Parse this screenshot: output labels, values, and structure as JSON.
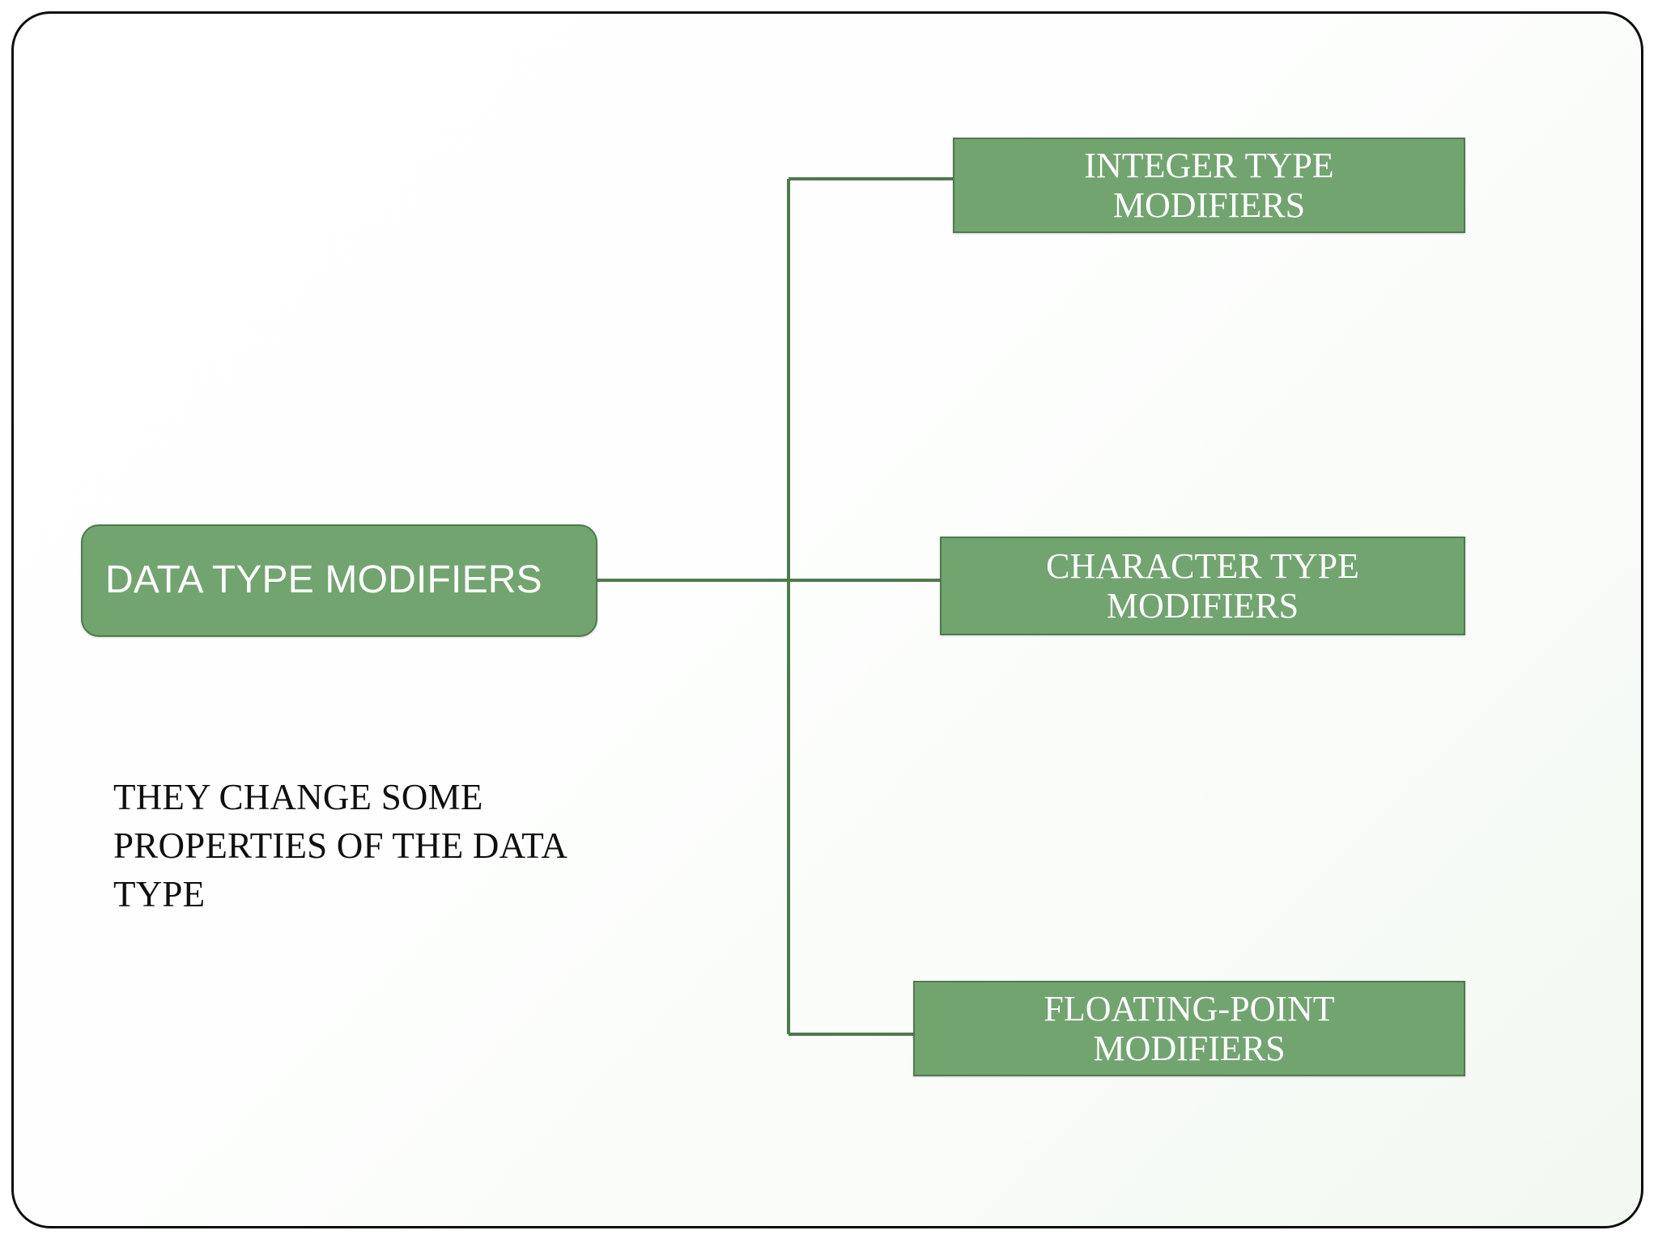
{
  "slide": {
    "title": "DATA TYPE MODIFIERS",
    "background_color": "#ffffff",
    "frame_color": "#0d0d0d"
  },
  "theme": {
    "node_fill": "#72a470",
    "node_border": "#4e7a4c",
    "node_text": "#ffffff",
    "connector_color": "#4e7a4c",
    "caption_text": "#0f0f0f"
  },
  "diagram": {
    "type": "horizontal-hierarchy",
    "root": {
      "label": "DATA TYPE MODIFIERS",
      "shape": "rounded-rectangle"
    },
    "children": [
      {
        "id": "integer",
        "label_line1": "INTEGER TYPE",
        "label_line2": "MODIFIERS",
        "shape": "rectangle"
      },
      {
        "id": "character",
        "label_line1": "CHARACTER TYPE",
        "label_line2": "MODIFIERS",
        "shape": "rectangle"
      },
      {
        "id": "floating",
        "label_line1": "FLOATING-POINT",
        "label_line2": "MODIFIERS",
        "shape": "rectangle"
      }
    ]
  },
  "caption": {
    "line1": "THEY CHANGE SOME",
    "line2": "PROPERTIES OF THE DATA",
    "line3": "TYPE"
  }
}
